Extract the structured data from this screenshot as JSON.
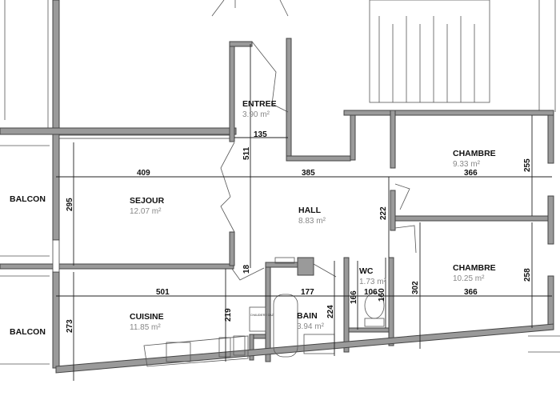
{
  "rooms": {
    "entree": {
      "name": "ENTREE",
      "area": "3.90 m²"
    },
    "sejour": {
      "name": "SEJOUR",
      "area": "12.07 m²"
    },
    "hall": {
      "name": "HALL",
      "area": "8.83 m²"
    },
    "chambre1": {
      "name": "CHAMBRE",
      "area": "9.33 m²"
    },
    "chambre2": {
      "name": "CHAMBRE",
      "area": "10.25 m²"
    },
    "cuisine": {
      "name": "CUISINE",
      "area": "11.85 m²"
    },
    "bain": {
      "name": "BAIN",
      "area": "3.94 m²"
    },
    "wc": {
      "name": "WC",
      "area": "1.73 m²"
    },
    "balcon1": {
      "name": "BALCON"
    },
    "balcon2": {
      "name": "BALCON"
    }
  },
  "fixtures": {
    "boiler": "CHAUDIERE GAZ"
  },
  "dimensions": {
    "d135": "135",
    "d511": "511",
    "d409": "409",
    "d385": "385",
    "d366a": "366",
    "d255": "255",
    "d295": "295",
    "d222": "222",
    "d18": "18",
    "d501": "501",
    "d177": "177",
    "d106": "106",
    "d166": "166",
    "d160": "160",
    "d366b": "366",
    "d302": "302",
    "d258": "258",
    "d273": "273",
    "d219": "219",
    "d224": "224"
  }
}
